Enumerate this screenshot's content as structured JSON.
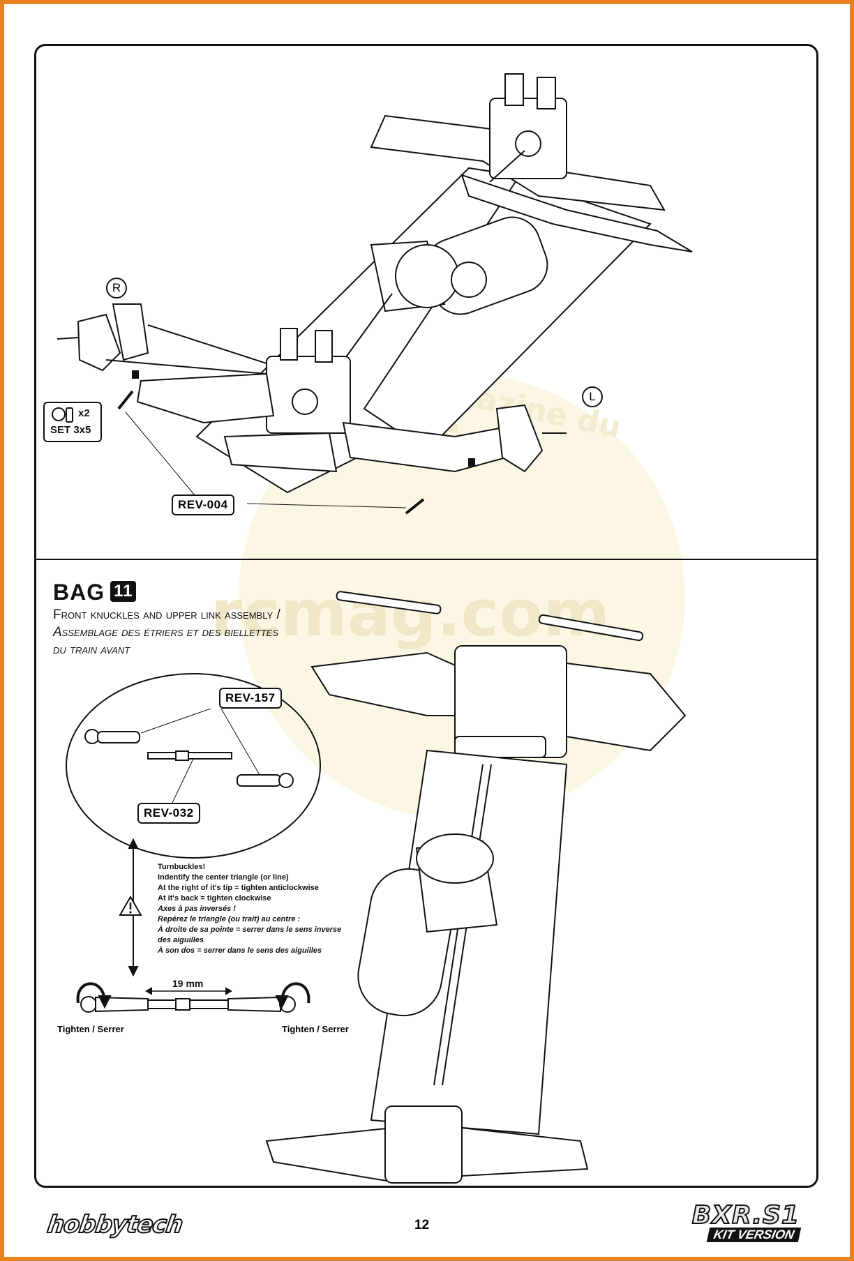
{
  "page_number": "12",
  "brand_logo": "hobbytech",
  "product_logo": {
    "model": "BXR.S1",
    "variant": "KIT VERSION"
  },
  "watermark": {
    "site": "rcmag.com",
    "tagline": "le web magazine du modélisme"
  },
  "step_top": {
    "side_right": "R",
    "side_left": "L",
    "hardware_qty": "x2",
    "hardware_size": "SET 3x5",
    "part_ref": "REV-004"
  },
  "bag": {
    "label": "BAG",
    "number": "11",
    "title_en": "Front knuckles and upper link assembly /",
    "title_fr_1": "Assemblage des étriers et des biellettes",
    "title_fr_2": "du train avant"
  },
  "detail_parts": {
    "rod_end": "REV-157",
    "turnbuckle": "REV-032"
  },
  "notes": {
    "en": [
      "Turnbuckles!",
      "Indentify the center triangle (or line)",
      "At the right of it's tip = tighten anticlockwise",
      "At it's back = tighten clockwise"
    ],
    "fr": [
      "Axes à pas inversés !",
      "Repérez le triangle (ou trait) au centre :",
      "À droite de sa pointe = serrer dans le sens inverse",
      "des aiguilles",
      "À son dos = serrer dans le sens des aiguilles"
    ]
  },
  "link_length": "19 mm",
  "tighten_label_left": "Tighten / Serrer",
  "tighten_label_right": "Tighten / Serrer",
  "icons": [
    "warning-triangle-icon",
    "clockwise-arrow-icon",
    "anticlockwise-arrow-icon",
    "set-screw-icon"
  ]
}
